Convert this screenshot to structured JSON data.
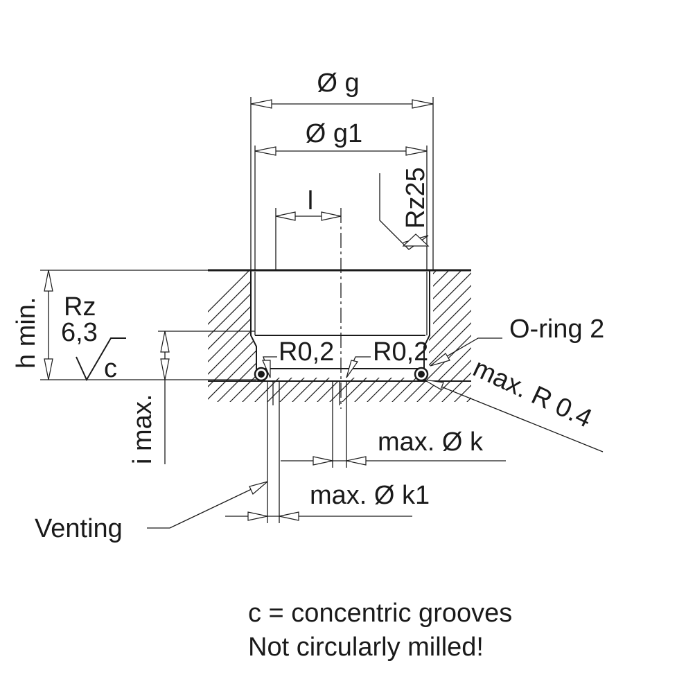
{
  "dimensions": {
    "dia_g": "Ø g",
    "dia_g1": "Ø g1",
    "l": "l",
    "rz25": "Rz25",
    "h_min": "h min.",
    "i_max": "i max.",
    "max_dia_k": "max. Ø k",
    "max_dia_k1": "max. Ø k1",
    "max_r": "max. R 0.4",
    "r_left": "R0,2",
    "r_right": "R0,2"
  },
  "surface_finish": {
    "rz": "Rz",
    "value": "6,3",
    "symbol": "c"
  },
  "labels": {
    "oring": "O-ring 2",
    "venting": "Venting"
  },
  "notes": {
    "line1": "c = concentric grooves",
    "line2": "Not circularly milled!"
  }
}
